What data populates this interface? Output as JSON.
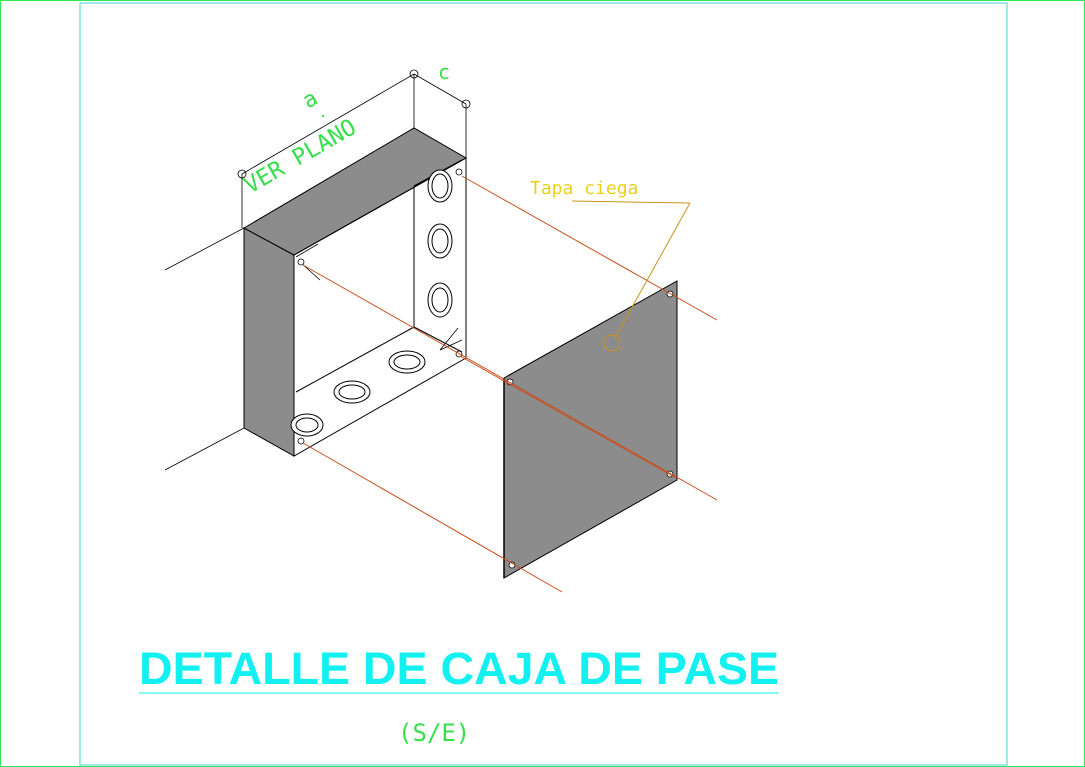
{
  "drawing": {
    "title": "DETALLE DE CAJA DE PASE",
    "scale": "(S/E)",
    "dim_a": "a",
    "dim_c": "c",
    "dim_note": "VER PLANO",
    "cover_label": "Tapa  ciega"
  },
  "colors": {
    "frame": "#2ee85a",
    "border": "#3fd6c8",
    "title": "#12f0f0",
    "dimension": "#35e04a",
    "label": "#e8d020",
    "leader": "#c89418",
    "projection": "#c8501e",
    "solid": "#8c8c8c",
    "line": "#000000"
  }
}
